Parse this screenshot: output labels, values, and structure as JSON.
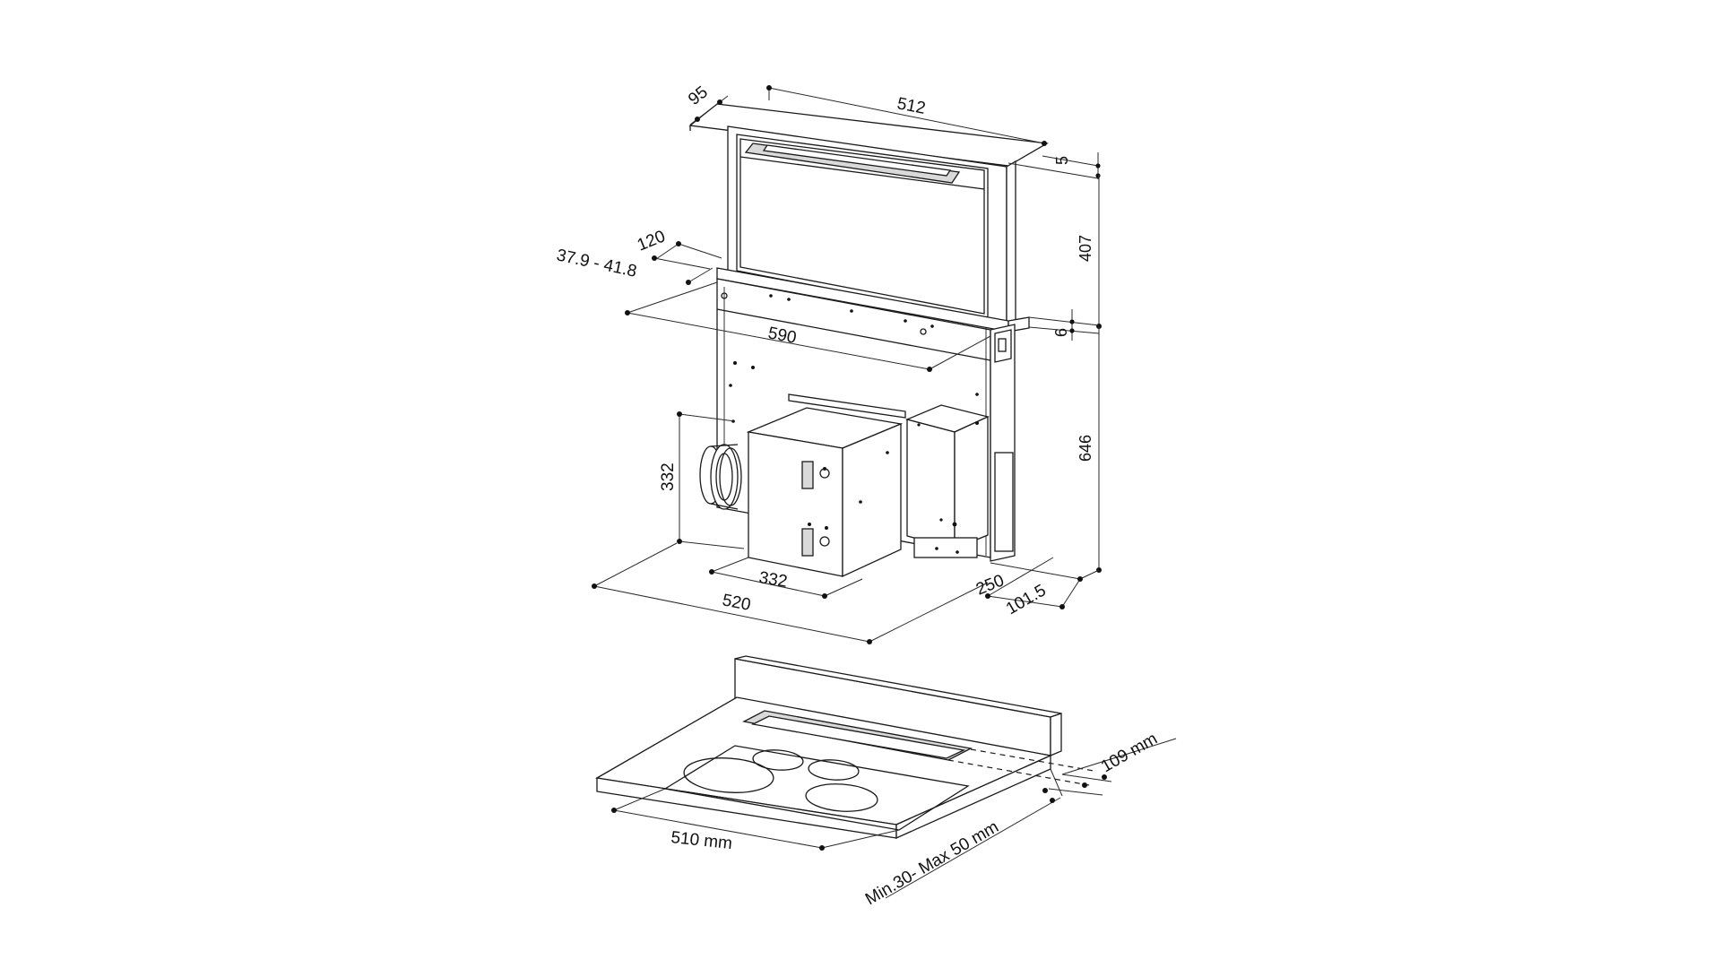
{
  "dimensions": {
    "width_top": "512",
    "depth_top": "95",
    "top_thickness": "5",
    "extension_height": "407",
    "lower_height": "646",
    "gap": "6",
    "worktop_offset": "120",
    "worktop_range": "37.9 - 41.8",
    "cutout_width": "590",
    "motor_height": "332",
    "motor_width": "332",
    "base_width": "520",
    "base_depth": "250",
    "base_offset": "101.5"
  },
  "worktop": {
    "cutout_depth": "109 mm",
    "hob_width": "510 mm",
    "worktop_thickness": "Min.30- Max 50  mm"
  }
}
